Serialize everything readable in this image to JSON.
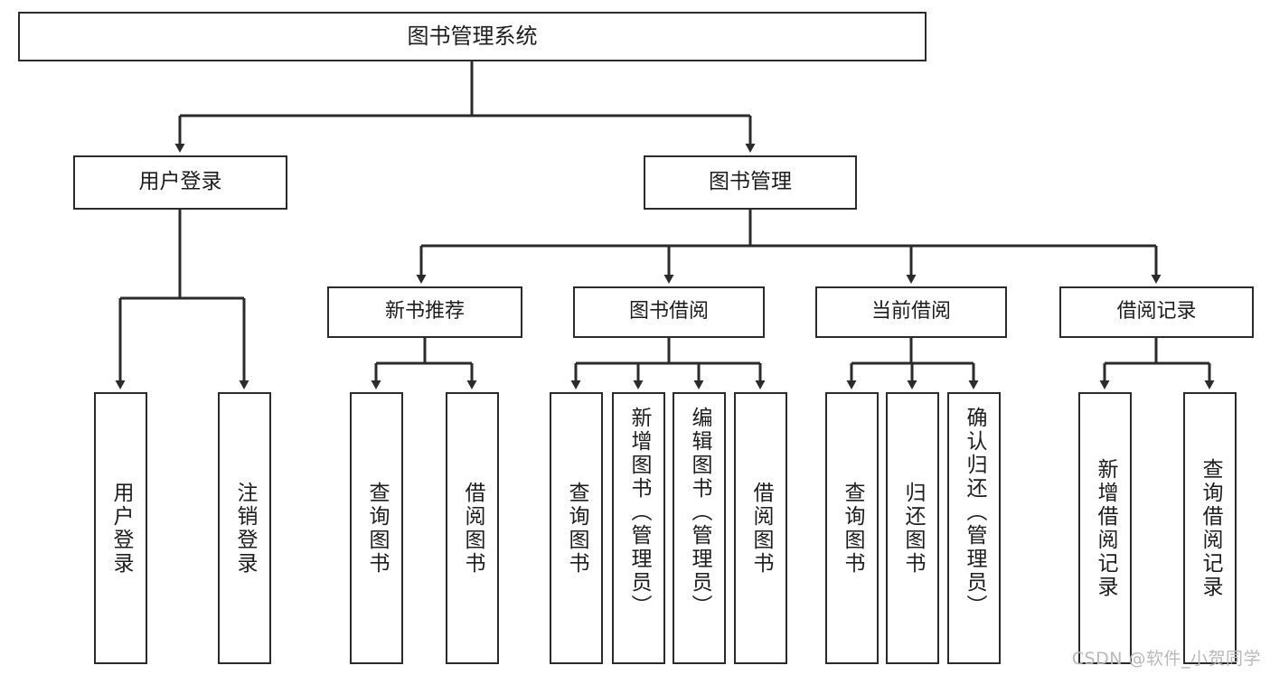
{
  "diagram": {
    "title": "图书管理系统",
    "type": "tree",
    "root": {
      "id": "root",
      "label": "图书管理系统"
    },
    "tier1": [
      {
        "id": "user-login",
        "label": "用户登录"
      },
      {
        "id": "book-manage",
        "label": "图书管理"
      }
    ],
    "tier2": [
      {
        "id": "new-book-rec",
        "label": "新书推荐",
        "parent": "book-manage"
      },
      {
        "id": "book-borrow",
        "label": "图书借阅",
        "parent": "book-manage"
      },
      {
        "id": "current-borrow",
        "label": "当前借阅",
        "parent": "book-manage"
      },
      {
        "id": "borrow-record",
        "label": "借阅记录",
        "parent": "book-manage"
      }
    ],
    "leaves": [
      {
        "id": "leaf-user-login",
        "label": "用户登录",
        "parent": "user-login"
      },
      {
        "id": "leaf-user-logout",
        "label": "注销登录",
        "parent": "user-login"
      },
      {
        "id": "leaf-query-book-1",
        "label": "查询图书",
        "parent": "new-book-rec"
      },
      {
        "id": "leaf-borrow-book-1",
        "label": "借阅图书",
        "parent": "new-book-rec"
      },
      {
        "id": "leaf-query-book-2",
        "label": "查询图书",
        "parent": "book-borrow"
      },
      {
        "id": "leaf-add-book",
        "label": "新增图书（管理员）",
        "parent": "book-borrow"
      },
      {
        "id": "leaf-edit-book",
        "label": "编辑图书（管理员）",
        "parent": "book-borrow"
      },
      {
        "id": "leaf-borrow-book-2",
        "label": "借阅图书",
        "parent": "book-borrow"
      },
      {
        "id": "leaf-query-book-3",
        "label": "查询图书",
        "parent": "current-borrow"
      },
      {
        "id": "leaf-return-book",
        "label": "归还图书",
        "parent": "current-borrow"
      },
      {
        "id": "leaf-confirm-return",
        "label": "确认归还（管理员）",
        "parent": "current-borrow"
      },
      {
        "id": "leaf-add-record",
        "label": "新增借阅记录",
        "parent": "borrow-record"
      },
      {
        "id": "leaf-query-record",
        "label": "查询借阅记录",
        "parent": "borrow-record"
      }
    ]
  },
  "watermark": {
    "text": "CSDN @软件_小贺同学"
  },
  "colors": {
    "stroke": "#2b2b2b",
    "background": "#ffffff",
    "text": "#1d1d1d",
    "watermark": "#b9b9b9"
  }
}
